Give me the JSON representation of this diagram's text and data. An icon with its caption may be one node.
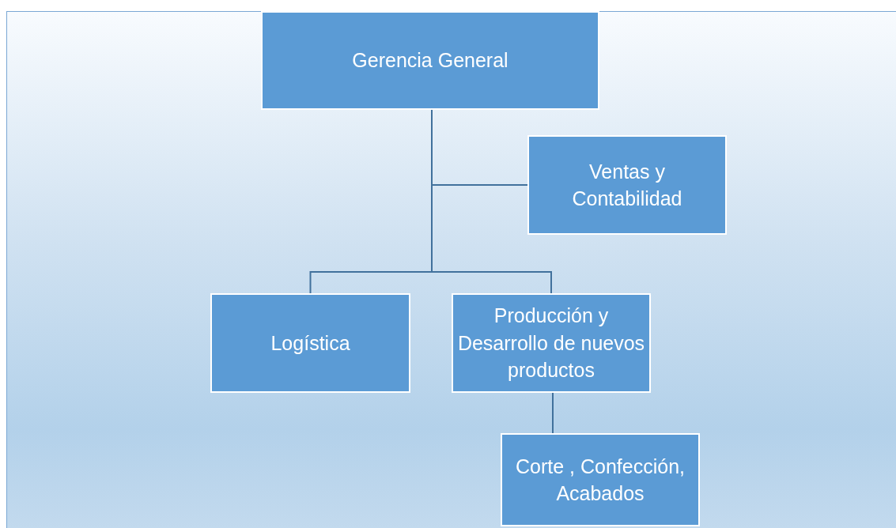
{
  "diagram": {
    "nodes": [
      {
        "text": [
          "Gerencia General"
        ]
      },
      {
        "text": [
          "Ventas y Contabilidad"
        ]
      },
      {
        "text": [
          "Logística"
        ]
      },
      {
        "text": [
          "Producción y Desarrollo de nuevos productos"
        ]
      },
      {
        "text": [
          "Corte , Confección, Acabados"
        ]
      }
    ],
    "edges": [
      {
        "from": 0,
        "to": 1,
        "arrow": "none"
      },
      {
        "from": 0,
        "to": 2,
        "arrow": "none"
      },
      {
        "from": 0,
        "to": 3,
        "arrow": "none"
      },
      {
        "from": 3,
        "to": 4,
        "arrow": "none"
      }
    ]
  }
}
